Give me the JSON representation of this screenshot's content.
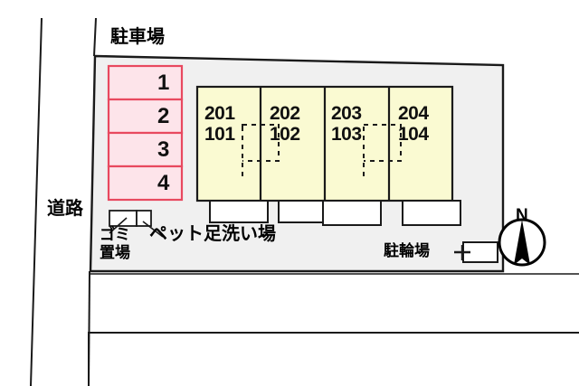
{
  "map": {
    "title": "apartment-site-plan",
    "colors": {
      "site_fill": "#f0f0f0",
      "building_fill": "#fafad2",
      "parking_fill": "#fde4ea",
      "parking_stroke": "#e8495f",
      "line": "#1a1a1a",
      "entrance_fill": "#ffffff"
    }
  },
  "labels": {
    "parking_lot": "駐車場",
    "road": "道路",
    "garbage": "ゴミ",
    "garbage2": "置場",
    "pet_wash": "ペット足洗い場",
    "bicycle_parking": "駐輪場",
    "north": "N"
  },
  "parking_spaces": [
    {
      "number": "1"
    },
    {
      "number": "2"
    },
    {
      "number": "3"
    },
    {
      "number": "4"
    }
  ],
  "building": {
    "units": [
      {
        "upper": "201",
        "lower": "101"
      },
      {
        "upper": "202",
        "lower": "102"
      },
      {
        "upper": "203",
        "lower": "103"
      },
      {
        "upper": "204",
        "lower": "104"
      }
    ]
  }
}
